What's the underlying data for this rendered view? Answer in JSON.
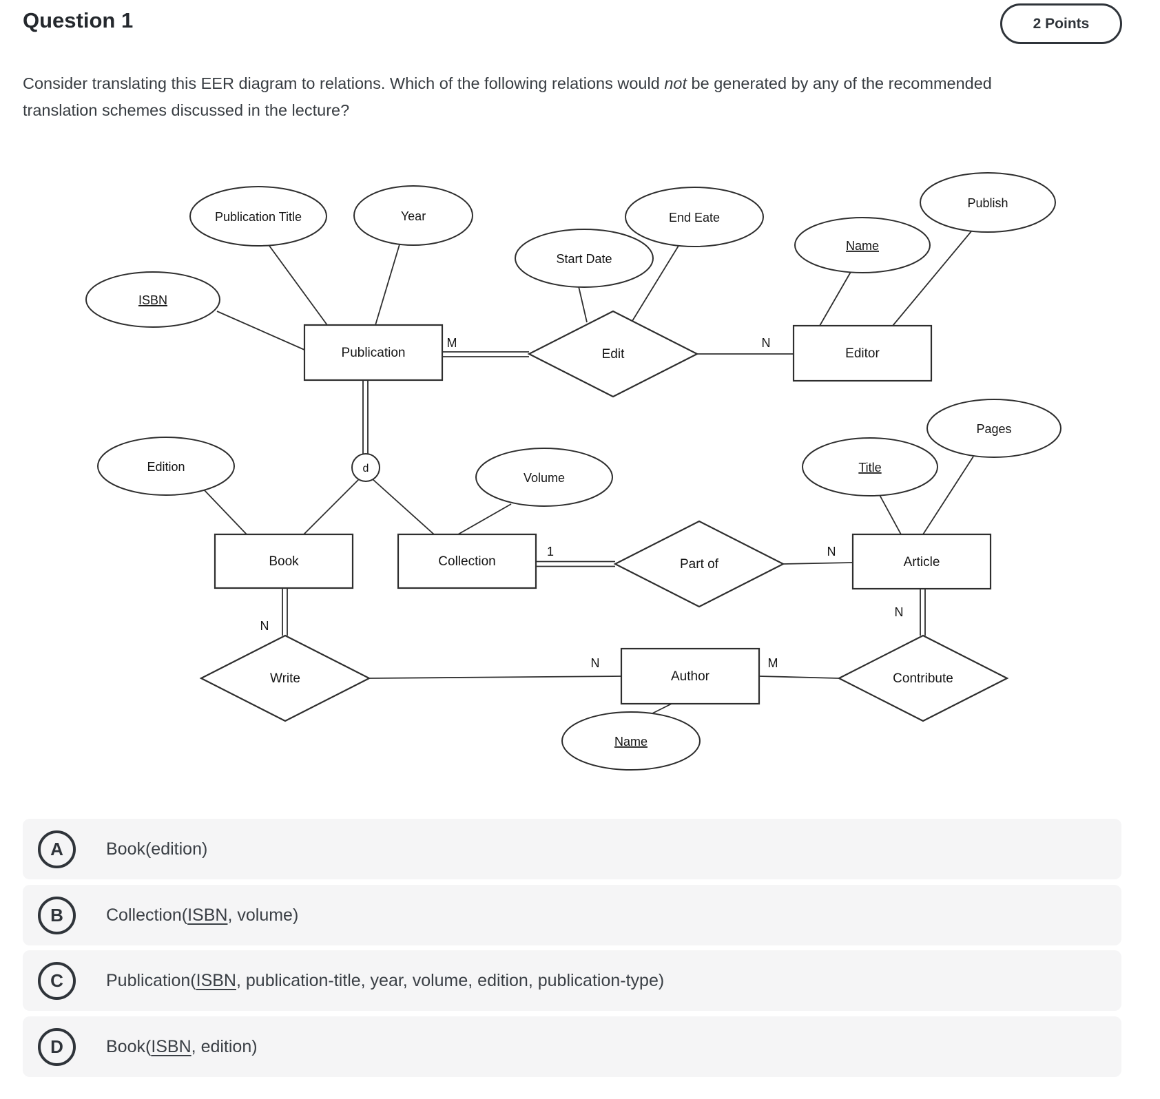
{
  "header": {
    "title": "Question 1",
    "points_badge": "2 Points"
  },
  "question": {
    "part1": "Consider translating this EER diagram to relations. Which of the following relations would ",
    "emphasis": "not",
    "part2": " be generated by any of the recommended translation schemes discussed in the lecture?"
  },
  "diagram": {
    "entities": [
      {
        "label": "Publication"
      },
      {
        "label": "Editor"
      },
      {
        "label": "Book"
      },
      {
        "label": "Collection"
      },
      {
        "label": "Article"
      },
      {
        "label": "Author"
      }
    ],
    "relationships": [
      {
        "label": "Edit"
      },
      {
        "label": "Part of"
      },
      {
        "label": "Write"
      },
      {
        "label": "Contribute"
      }
    ],
    "attributes": [
      {
        "label": "ISBN",
        "key": true
      },
      {
        "label": "Publication Title",
        "key": false
      },
      {
        "label": "Year",
        "key": false
      },
      {
        "label": "Start Date",
        "key": false
      },
      {
        "label": "End Eate",
        "key": false
      },
      {
        "label": "Name",
        "key": true
      },
      {
        "label": "Publish",
        "key": false
      },
      {
        "label": "Edition",
        "key": false
      },
      {
        "label": "Volume",
        "key": false
      },
      {
        "label": "Title",
        "key": true
      },
      {
        "label": "Pages",
        "key": false
      },
      {
        "label": "Name",
        "key": true
      }
    ],
    "specialization_label": "d",
    "cardinalities": [
      {
        "label": "M"
      },
      {
        "label": "N"
      },
      {
        "label": "1"
      },
      {
        "label": "N"
      },
      {
        "label": "N"
      },
      {
        "label": "N"
      },
      {
        "label": "M"
      },
      {
        "label": "N"
      }
    ]
  },
  "options": [
    {
      "letter": "A",
      "prefix": "Book(edition)",
      "key": "",
      "suffix": ""
    },
    {
      "letter": "B",
      "prefix": "Collection(",
      "key": "ISBN",
      "suffix": ", volume)"
    },
    {
      "letter": "C",
      "prefix": "Publication(",
      "key": "ISBN",
      "suffix": ", publication-title, year, volume, edition, publication-type)"
    },
    {
      "letter": "D",
      "prefix": "Book(",
      "key": "ISBN",
      "suffix": ", edition)"
    }
  ]
}
